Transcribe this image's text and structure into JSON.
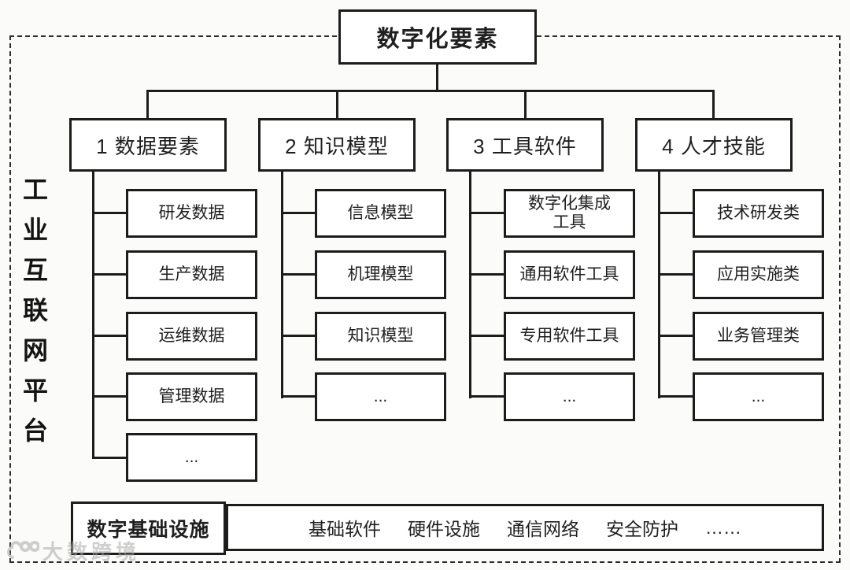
{
  "diagram": {
    "root_label": "数字化要素",
    "platform_label": "工业互联网平台",
    "branches": [
      {
        "label": "1 数据要素",
        "children": [
          "研发数据",
          "生产数据",
          "运维数据",
          "管理数据",
          "..."
        ]
      },
      {
        "label": "2 知识模型",
        "children": [
          "信息模型",
          "机理模型",
          "知识模型",
          "..."
        ]
      },
      {
        "label": "3 工具软件",
        "children": [
          "数字化集成\n工具",
          "通用软件工具",
          "专用软件工具",
          "..."
        ]
      },
      {
        "label": "4 人才技能",
        "children": [
          "技术研发类",
          "应用实施类",
          "业务管理类",
          "..."
        ]
      }
    ],
    "foundation": {
      "label": "数字基础设施",
      "items": [
        "基础软件",
        "硬件设施",
        "通信网络",
        "安全防护",
        "……"
      ]
    },
    "colors": {
      "line": "#1c1c1c",
      "box_border": "#1c1c1c",
      "box_fill": "#ffffff",
      "background": "#fbfbfa",
      "watermark": "#a9a9a9"
    }
  },
  "watermark": {
    "text": "大数跨境"
  }
}
